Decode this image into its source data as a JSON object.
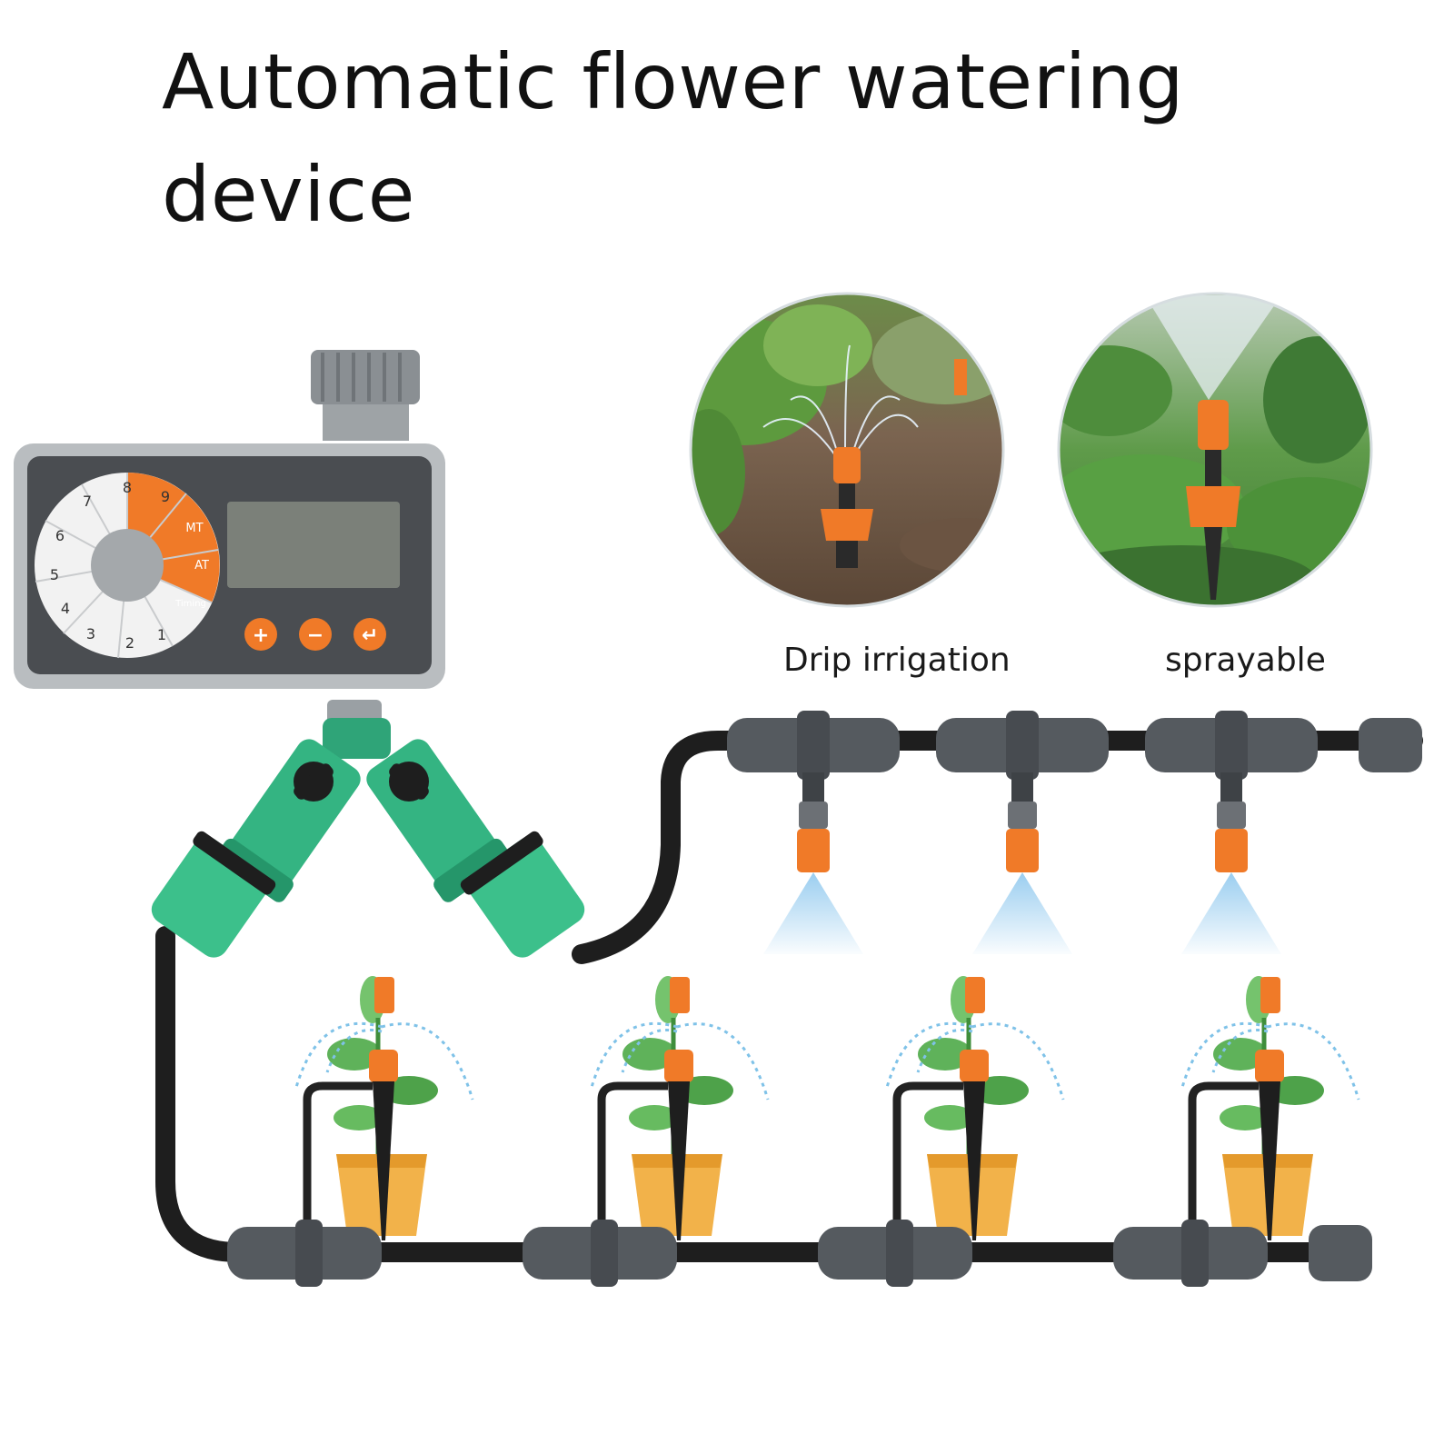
{
  "title": "Automatic flower watering device",
  "captions": {
    "drip": "Drip irrigation",
    "spray": "sprayable"
  },
  "timer": {
    "dial_numbers": [
      "1",
      "2",
      "3",
      "4",
      "5",
      "6",
      "7",
      "8",
      "9"
    ],
    "dial_modes": [
      "MT",
      "AT",
      "Timing"
    ],
    "buttons": [
      "+",
      "−",
      "↵"
    ]
  },
  "colors": {
    "accent_orange": "#f07a28",
    "valve_green": "#34b482",
    "hose_black": "#1e1e1e",
    "connector_gray": "#555a5f",
    "spray_blue": "#8fc8ee"
  }
}
